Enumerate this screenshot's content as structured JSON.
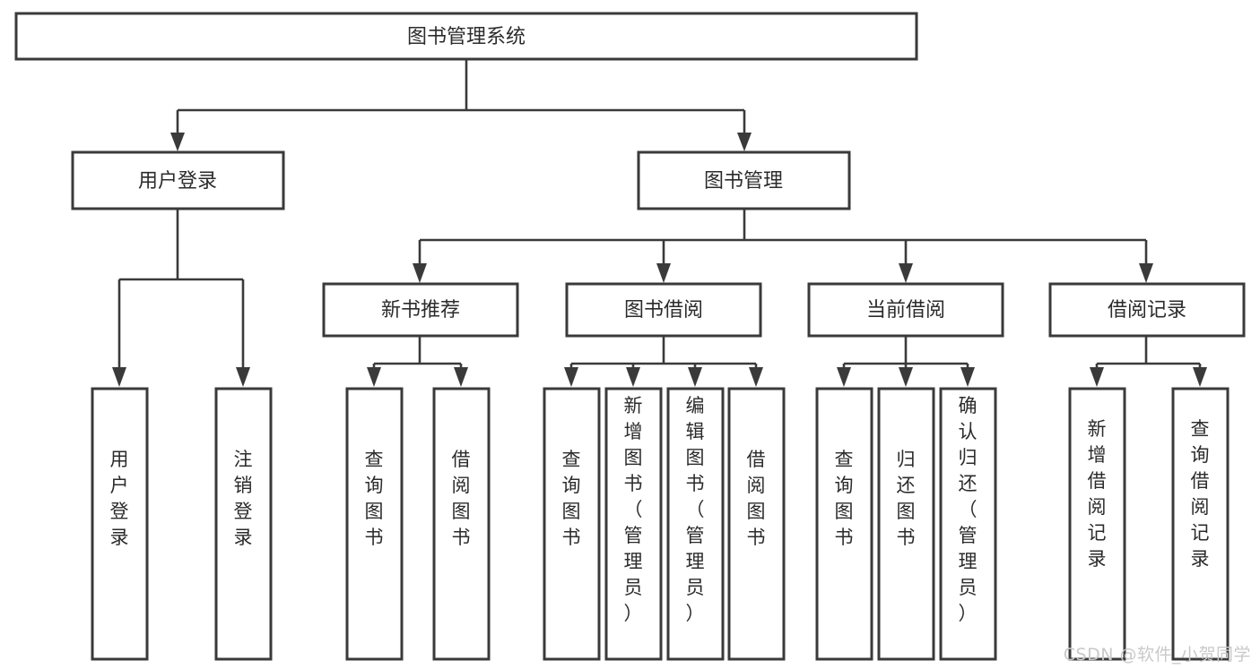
{
  "diagram": {
    "type": "tree",
    "title": "图书管理系统",
    "orientation": "top-down",
    "background_color": "#ffffff",
    "box_stroke_color": "#3a3a3a",
    "box_fill_color": "#ffffff",
    "text_color": "#2b2b2b",
    "connector_color": "#3a3a3a",
    "levels": 4,
    "root": {
      "id": "root",
      "label": "图书管理系统",
      "orientation": "horizontal"
    },
    "level2": [
      {
        "id": "user-login",
        "label": "用户登录",
        "orientation": "horizontal"
      },
      {
        "id": "book-management",
        "label": "图书管理",
        "orientation": "horizontal"
      }
    ],
    "level3": [
      {
        "id": "new-book-recommend",
        "label": "新书推荐",
        "parent": "book-management",
        "orientation": "horizontal"
      },
      {
        "id": "book-borrow",
        "label": "图书借阅",
        "parent": "book-management",
        "orientation": "horizontal"
      },
      {
        "id": "current-borrow",
        "label": "当前借阅",
        "parent": "book-management",
        "orientation": "horizontal"
      },
      {
        "id": "borrow-record",
        "label": "借阅记录",
        "parent": "book-management",
        "orientation": "horizontal"
      }
    ],
    "leaves": [
      {
        "id": "leaf-user-login",
        "label": "用户登录",
        "parent": "user-login",
        "orientation": "vertical"
      },
      {
        "id": "leaf-logout-login",
        "label": "注销登录",
        "parent": "user-login",
        "orientation": "vertical"
      },
      {
        "id": "leaf-query-book-1",
        "label": "查询图书",
        "parent": "new-book-recommend",
        "orientation": "vertical"
      },
      {
        "id": "leaf-borrow-book-1",
        "label": "借阅图书",
        "parent": "new-book-recommend",
        "orientation": "vertical"
      },
      {
        "id": "leaf-query-book-2",
        "label": "查询图书",
        "parent": "book-borrow",
        "orientation": "vertical"
      },
      {
        "id": "leaf-add-book",
        "label": "新增图书（管理员）",
        "parent": "book-borrow",
        "orientation": "vertical"
      },
      {
        "id": "leaf-edit-book",
        "label": "编辑图书（管理员）",
        "parent": "book-borrow",
        "orientation": "vertical"
      },
      {
        "id": "leaf-borrow-book-2",
        "label": "借阅图书",
        "parent": "book-borrow",
        "orientation": "vertical"
      },
      {
        "id": "leaf-query-book-3",
        "label": "查询图书",
        "parent": "current-borrow",
        "orientation": "vertical"
      },
      {
        "id": "leaf-return-book",
        "label": "归还图书",
        "parent": "current-borrow",
        "orientation": "vertical"
      },
      {
        "id": "leaf-confirm-return",
        "label": "确认归还（管理员）",
        "parent": "current-borrow",
        "orientation": "vertical"
      },
      {
        "id": "leaf-add-record",
        "label": "新增借阅记录",
        "parent": "borrow-record",
        "orientation": "vertical"
      },
      {
        "id": "leaf-query-record",
        "label": "查询借阅记录",
        "parent": "borrow-record",
        "orientation": "vertical"
      }
    ]
  },
  "watermark": {
    "text": "CSDN @软件_小贺同学",
    "color": "#c9c9c9"
  }
}
